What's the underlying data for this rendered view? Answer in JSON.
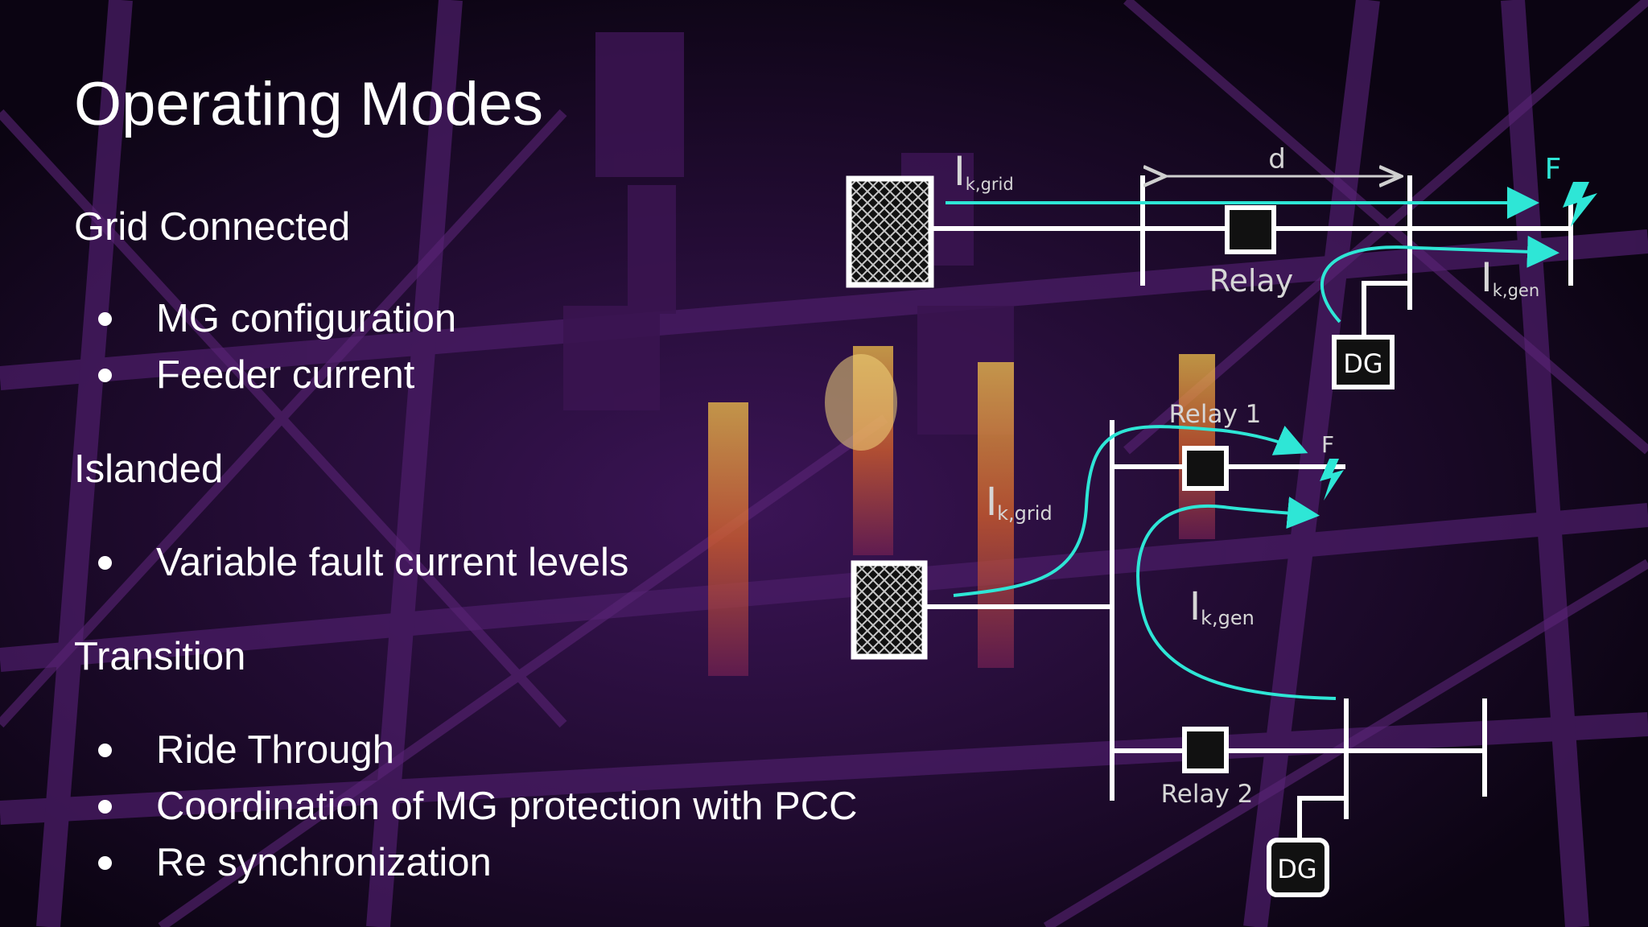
{
  "slide": {
    "title": "Operating Modes",
    "sections": [
      {
        "heading": "Grid Connected",
        "bullets": [
          "MG configuration",
          "Feeder current"
        ]
      },
      {
        "heading": "Islanded",
        "bullets": [
          "Variable fault current levels"
        ]
      },
      {
        "heading": "Transition",
        "bullets": [
          "Ride Through",
          "Coordination of MG protection with PCC",
          "Re synchronization"
        ]
      }
    ]
  },
  "diagram_top": {
    "current_grid": {
      "main": "I",
      "sub": "k,grid"
    },
    "current_gen": {
      "main": "I",
      "sub": "k,gen"
    },
    "distance_label": "d",
    "fault_label": "F",
    "relay_label": "Relay",
    "dg_label": "DG"
  },
  "diagram_bottom": {
    "current_grid": {
      "main": "I",
      "sub": "k,grid"
    },
    "current_gen": {
      "main": "I",
      "sub": "k,gen"
    },
    "fault_label": "F",
    "relay1_label": "Relay 1",
    "relay2_label": "Relay 2",
    "dg_label": "DG"
  },
  "colors": {
    "accent_cyan": "#2ee6d6",
    "line_white": "#ffffff",
    "label_gray": "#d6d6d6",
    "background_purple": "#2a0f3d"
  }
}
